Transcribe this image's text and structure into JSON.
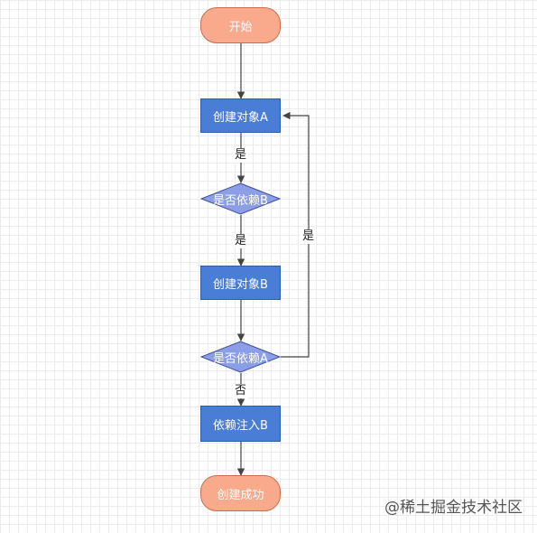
{
  "nodes": {
    "start": {
      "label": "开始"
    },
    "create_a": {
      "label": "创建对象A"
    },
    "check_b": {
      "label": "是否依赖B"
    },
    "create_b": {
      "label": "创建对象B"
    },
    "check_a": {
      "label": "是否依赖A"
    },
    "inject_b": {
      "label": "依赖注入B"
    },
    "success": {
      "label": "创建成功"
    }
  },
  "edges": {
    "a_to_check_b": "是",
    "check_b_to_create_b": "是",
    "check_a_loop_to_a": "是",
    "check_a_to_inject": "否"
  },
  "colors": {
    "terminal_fill": "#f9a98c",
    "process_fill": "#4a7ed6",
    "decision_fill": "#8b9ee6",
    "line": "#444444"
  },
  "watermark": "@稀土掘金技术社区"
}
